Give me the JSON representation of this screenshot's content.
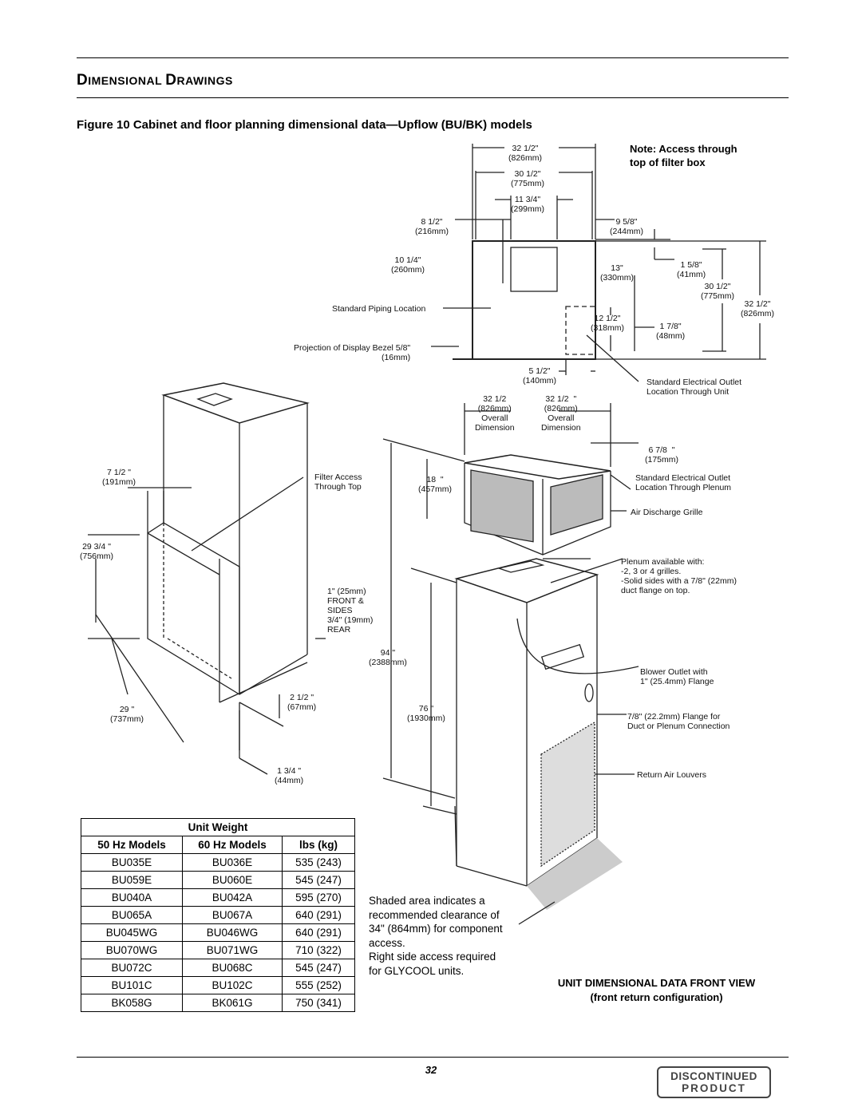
{
  "section_title": {
    "first_big": "D",
    "first_small": "IMENSIONAL ",
    "second_big": "D",
    "second_small": "RAWINGS"
  },
  "figure_caption": "Figure 10  Cabinet and floor planning dimensional data—Upflow (BU/BK) models",
  "note": {
    "line1": "Note: Access through",
    "line2": "top of filter box"
  },
  "top_view_labels": {
    "d_32_5": "32 1/2\"\n(826mm)",
    "d_30_5": "30 1/2\"\n(775mm)",
    "d_11_75": "11 3/4\"\n(299mm)",
    "d_8_5": "8 1/2\"\n(216mm)",
    "d_9_625": "9 5/8\"\n(244mm)",
    "d_10_25": "10 1/4\"\n(260mm)",
    "d_13": "13\"\n(330mm)",
    "d_1_625": "1 5/8\"\n(41mm)",
    "d_30_5_side": "30 1/2\"\n(775mm)",
    "d_32_5_side": "32 1/2\"\n(826mm)",
    "piping": "Standard Piping Location",
    "d_12_5": "12 1/2\"\n(318mm)",
    "d_1_875": "1 7/8\"\n(48mm)",
    "bezel": "Projection of Display Bezel 5/8\"\n(16mm)",
    "d_5_5": "5 1/2\"\n(140mm)",
    "elec_outlet_unit": "Standard Electrical Outlet\nLocation Through Unit"
  },
  "plenum_labels": {
    "overall_left": "32 1/2\n(826mm)\nOverall\nDimension",
    "overall_right": "32 1/2  \"\n(826mm)\nOverall\nDimension",
    "d_6_875": "6 7/8  \"\n(175mm)",
    "elec_outlet_plenum": "Standard Electrical Outlet\nLocation Through Plenum",
    "d_18": "18  \"\n(457mm)",
    "grille": "Air Discharge Grille",
    "plenum_avail": "Plenum available with:\n-2, 3 or 4 grilles.\n-Solid sides with a 7/8\" (22mm)\nduct flange on top."
  },
  "floor_stand_labels": {
    "d_7_5": "7 1/2 \"\n(191mm)",
    "filter_access": "Filter Access\nThrough Top",
    "d_29_75": "29 3/4 \"\n(756mm)",
    "front_sides": "1\" (25mm)\nFRONT &\nSIDES\n3/4\" (19mm)\nREAR",
    "d_29": "29 \"\n(737mm)",
    "d_2_5": "2 1/2 \"\n(67mm)",
    "d_1_75": "1 3/4 \"\n(44mm)"
  },
  "unit_labels": {
    "d_94": "94 \"\n(2388mm)",
    "d_76": "76 \"\n(1930mm)",
    "blower": "Blower Outlet with\n1\" (25.4mm) Flange",
    "flange": "7/8\" (22.2mm) Flange for\nDuct or Plenum Connection",
    "louvers": "Return Air Louvers"
  },
  "weight_table": {
    "title": "Unit Weight",
    "headers": [
      "50 Hz Models",
      "60 Hz Models",
      "lbs (kg)"
    ],
    "rows": [
      [
        "BU035E",
        "BU036E",
        "535 (243)"
      ],
      [
        "BU059E",
        "BU060E",
        "545 (247)"
      ],
      [
        "BU040A",
        "BU042A",
        "595 (270)"
      ],
      [
        "BU065A",
        "BU067A",
        "640 (291)"
      ],
      [
        "BU045WG",
        "BU046WG",
        "640 (291)"
      ],
      [
        "BU070WG",
        "BU071WG",
        "710 (322)"
      ],
      [
        "BU072C",
        "BU068C",
        "545 (247)"
      ],
      [
        "BU101C",
        "BU102C",
        "555 (252)"
      ],
      [
        "BK058G",
        "BK061G",
        "750 (341)"
      ]
    ]
  },
  "shaded_note": [
    "Shaded area indicates a",
    "recommended clearance of",
    "34\" (864mm) for component",
    "access.",
    "Right side access required",
    "for GLYCOOL units."
  ],
  "front_view_title": {
    "line1": "UNIT DIMENSIONAL DATA FRONT VIEW",
    "line2": "(front return configuration)"
  },
  "page_number": "32",
  "stamp": {
    "line1": "DISCONTINUED",
    "line2": "PRODUCT"
  }
}
